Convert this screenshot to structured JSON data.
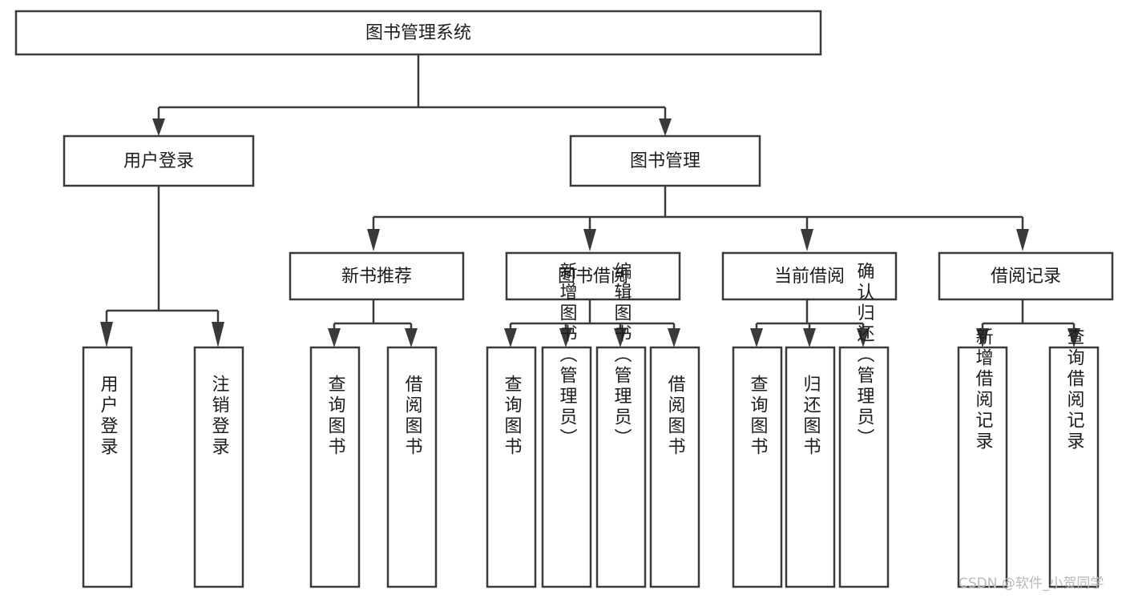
{
  "diagram": {
    "type": "tree-hierarchy-chart",
    "title": "图书管理系统",
    "orientation": "top-down",
    "colors": {
      "box_stroke": "#3a3a3a",
      "box_fill": "#ffffff",
      "connector": "#3a3a3a",
      "text": "#1c1c1c",
      "watermark": "#b9b9b9",
      "background": "#ffffff"
    },
    "levels": {
      "level0": {
        "label": "图书管理系统"
      },
      "level1": [
        {
          "id": "user-login",
          "label": "用户登录"
        },
        {
          "id": "book-manage",
          "label": "图书管理"
        }
      ],
      "level2": [
        {
          "id": "new-book-recommend",
          "label": "新书推荐",
          "parent": "book-manage"
        },
        {
          "id": "book-borrow",
          "label": "图书借阅",
          "parent": "book-manage"
        },
        {
          "id": "current-borrow",
          "label": "当前借阅",
          "parent": "book-manage"
        },
        {
          "id": "borrow-record",
          "label": "借阅记录",
          "parent": "book-manage"
        }
      ],
      "level3": [
        {
          "id": "leaf-user-login",
          "label": "用户登录",
          "parent": "user-login"
        },
        {
          "id": "leaf-user-logout",
          "label": "注销登录",
          "parent": "user-login"
        },
        {
          "id": "leaf-query-book-1",
          "label": "查询图书",
          "parent": "new-book-recommend"
        },
        {
          "id": "leaf-borrow-book-1",
          "label": "借阅图书",
          "parent": "new-book-recommend"
        },
        {
          "id": "leaf-query-book-2",
          "label": "查询图书",
          "parent": "book-borrow"
        },
        {
          "id": "leaf-add-book",
          "label": "新增图书（管理员）",
          "parent": "book-borrow"
        },
        {
          "id": "leaf-edit-book",
          "label": "编辑图书（管理员）",
          "parent": "book-borrow"
        },
        {
          "id": "leaf-borrow-book-2",
          "label": "借阅图书",
          "parent": "book-borrow"
        },
        {
          "id": "leaf-query-book-3",
          "label": "查询图书",
          "parent": "current-borrow"
        },
        {
          "id": "leaf-return-book",
          "label": "归还图书",
          "parent": "current-borrow"
        },
        {
          "id": "leaf-confirm-return",
          "label": "确认归还（管理员）",
          "parent": "current-borrow"
        },
        {
          "id": "leaf-add-record",
          "label": "新增借阅记录",
          "parent": "borrow-record"
        },
        {
          "id": "leaf-query-record",
          "label": "查询借阅记录",
          "parent": "borrow-record"
        }
      ]
    },
    "watermark": "CSDN @软件_小贺同学"
  }
}
